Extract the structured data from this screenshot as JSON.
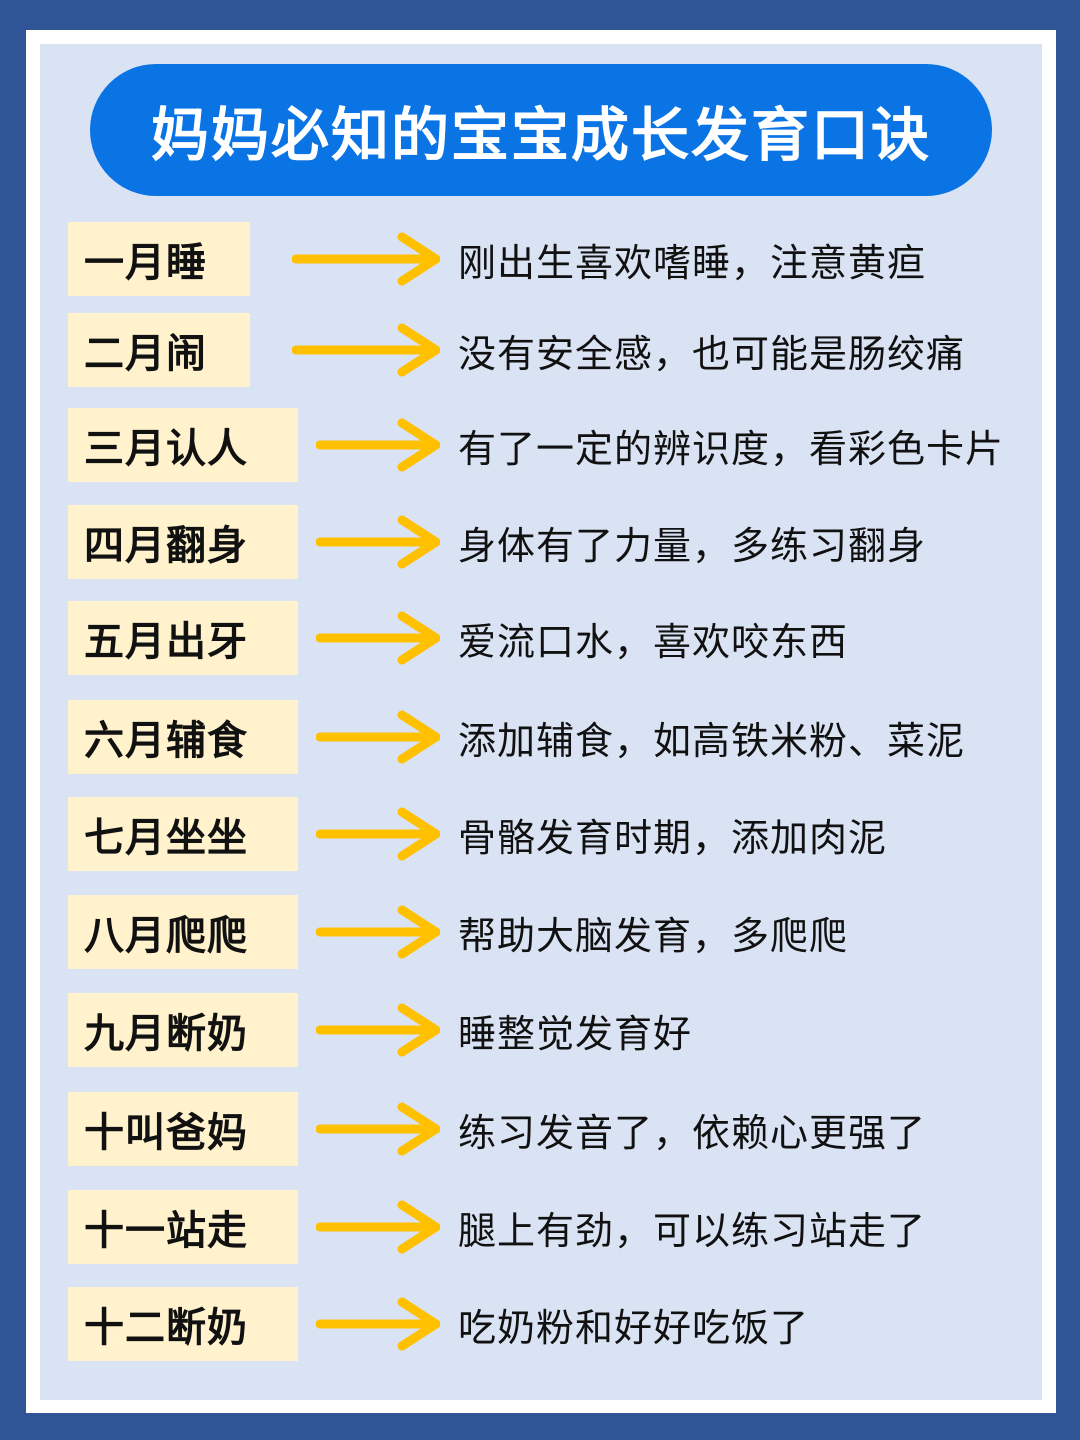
{
  "title": "妈妈必知的宝宝成长发育口诀",
  "colors": {
    "outer_border": "#2f5597",
    "panel_background": "#dae3f3",
    "title_pill": "#0b74e5",
    "label_background": "#fff2cc",
    "arrow": "#ffc000"
  },
  "arrow_icon": "right-arrow-icon",
  "items": [
    {
      "label": "一月睡",
      "desc": "刚出生喜欢嗜睡，注意黄疸"
    },
    {
      "label": "二月闹",
      "desc": "没有安全感，也可能是肠绞痛"
    },
    {
      "label": "三月认人",
      "desc": "有了一定的辨识度，看彩色卡片"
    },
    {
      "label": "四月翻身",
      "desc": "身体有了力量，多练习翻身"
    },
    {
      "label": "五月出牙",
      "desc": "爱流口水，喜欢咬东西"
    },
    {
      "label": "六月辅食",
      "desc": "添加辅食，如高铁米粉、菜泥"
    },
    {
      "label": "七月坐坐",
      "desc": "骨骼发育时期，添加肉泥"
    },
    {
      "label": "八月爬爬",
      "desc": "帮助大脑发育，多爬爬"
    },
    {
      "label": "九月断奶",
      "desc": "睡整觉发育好"
    },
    {
      "label": "十叫爸妈",
      "desc": "练习发音了，依赖心更强了"
    },
    {
      "label": "十一站走",
      "desc": "腿上有劲，可以练习站走了"
    },
    {
      "label": "十二断奶",
      "desc": "吃奶粉和好好吃饭了"
    }
  ]
}
